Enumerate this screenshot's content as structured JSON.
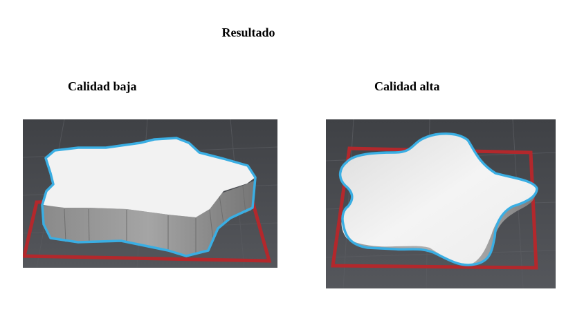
{
  "page": {
    "title": "Resultado",
    "captions": {
      "low_quality": "Calidad baja",
      "high_quality": "Calidad alta"
    }
  },
  "colors": {
    "outline": "#3aaee3",
    "build_area": "#b3282c",
    "top_face": "#f2f2f2",
    "side_face": "#8f8f8f",
    "floor": "#4a4c50"
  },
  "images": [
    {
      "name": "low-quality-render",
      "content": "blocky extruded shape with faceted sides on grey floor"
    },
    {
      "name": "high-quality-render",
      "content": "smooth extruded blob shape with rounded sides on grey floor"
    }
  ]
}
